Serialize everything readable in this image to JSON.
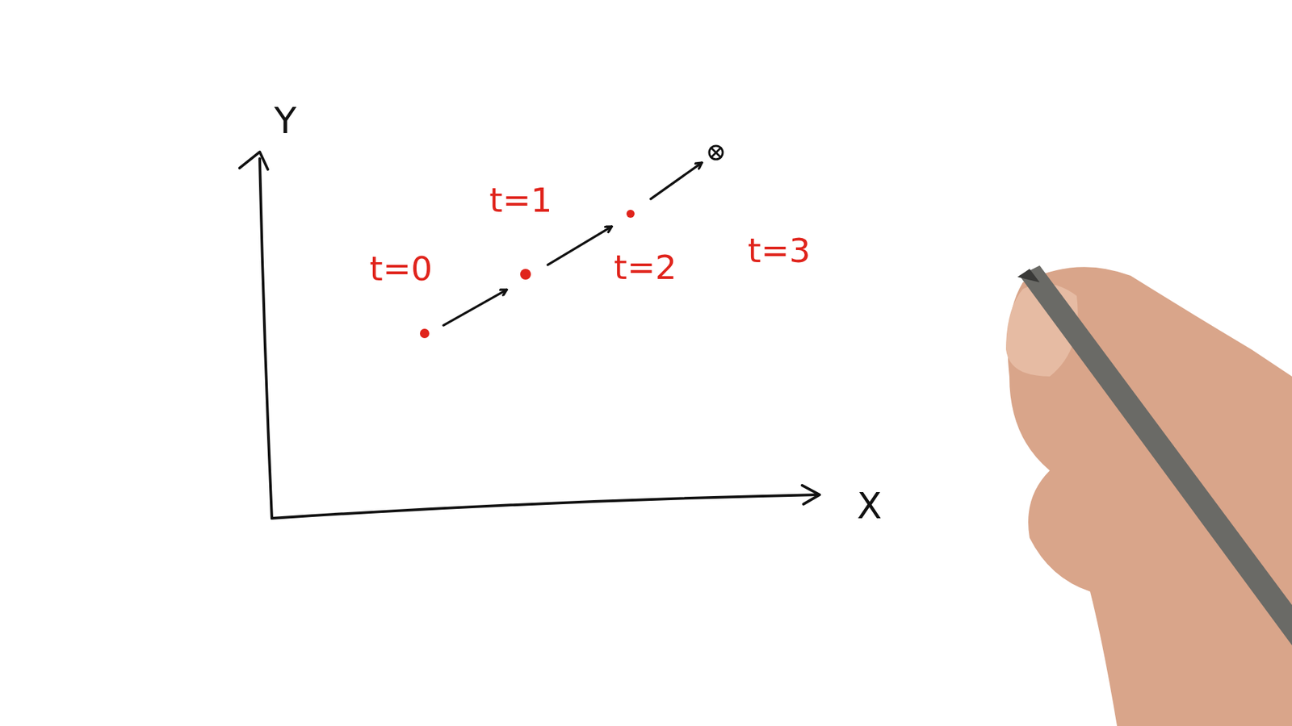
{
  "diagram": {
    "labels": [
      "Y",
      "X",
      "t=0",
      "t=1",
      "t=2",
      "t=3"
    ]
  }
}
